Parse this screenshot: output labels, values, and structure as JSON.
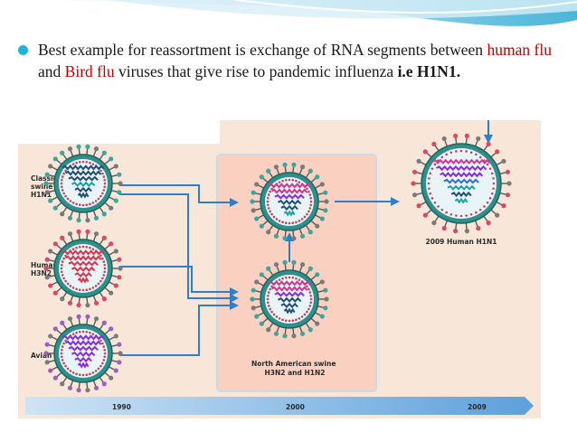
{
  "slide": {
    "bullet": {
      "part1": "Best example for reassortment is exchange of RNA segments between ",
      "human_flu": "human flu",
      "and": " and ",
      "bird_flu": "Bird flu",
      "part2": " viruses that give rise to pandemic influenza ",
      "ie_h1n1": "i.e H1N1."
    }
  },
  "figure": {
    "classic_swine": [
      "Classic",
      "swine",
      "H1N1"
    ],
    "human_h3n2": [
      "Human",
      "H3N2"
    ],
    "avian": [
      "Avian"
    ],
    "north_american_swine": [
      "North American swine",
      "H3N2 and H1N2"
    ],
    "human_2009": "2009 Human H1N1",
    "timeline": [
      "1990",
      "2000",
      "2009"
    ],
    "colors": {
      "red_segment": "#e0304a",
      "dark_blue_segment": "#1f4e79",
      "teal_segment": "#1aa3a3",
      "purple_segment": "#8a2be2",
      "pink_segment": "#d4348f",
      "blue_segment": "#2f6fd6",
      "arrow": "#2f7fc8",
      "highlight_box": "#fad0c0"
    }
  }
}
